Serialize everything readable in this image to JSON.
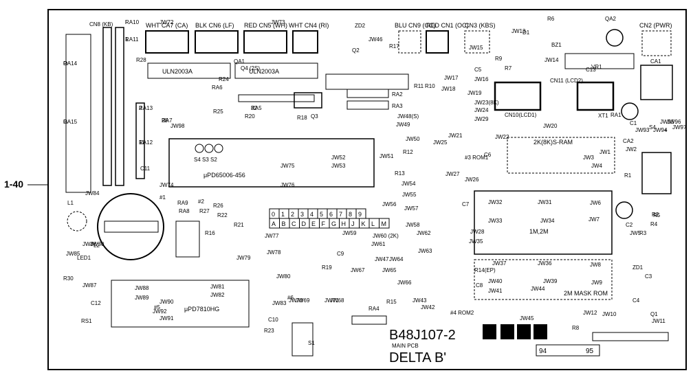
{
  "board": {
    "side_callout": "1-40",
    "part_number": "B48J107-2",
    "subtitle": "MAIN PCB",
    "model": "DELTA B'",
    "corner_left": "94",
    "corner_right": "95"
  },
  "connectors": [
    {
      "id": "cn8",
      "label": "CN8 (KB)"
    },
    {
      "id": "ca7",
      "label": "WHT CA7 (CA)"
    },
    {
      "id": "cn6",
      "label": "BLK CN6 (LF)"
    },
    {
      "id": "cn5",
      "label": "RED CN5 (WH)"
    },
    {
      "id": "cn4",
      "label": "WHT CN4 (RI)"
    },
    {
      "id": "cn9",
      "label": "BLU CN9 (CC)"
    },
    {
      "id": "cn1",
      "label": "RED CN1 (OC)"
    },
    {
      "id": "cn3",
      "label": "CN3 (KBS)"
    },
    {
      "id": "cn2",
      "label": "CN2 (PWR)"
    },
    {
      "id": "cn11",
      "label": "CN11 (LCD2)"
    },
    {
      "id": "cn10",
      "label": "CN10(LCD1)"
    }
  ],
  "ics": [
    {
      "id": "uln1",
      "label": "ULN2003A"
    },
    {
      "id": "uln2",
      "label": "ULN2003A"
    },
    {
      "id": "cpu",
      "label": "μPD65006-456"
    },
    {
      "id": "ic7810",
      "label": "μPD7810HG"
    },
    {
      "id": "sram",
      "label": "2K(8K)S-RAM"
    },
    {
      "id": "rom1",
      "label": "1M,2M"
    },
    {
      "id": "mrom",
      "label": "2M MASK ROM"
    },
    {
      "id": "rom2",
      "label": "#4 ROM2"
    },
    {
      "id": "rom1tag",
      "label": "#3 ROM1"
    }
  ],
  "switches_label": "S4 S3 S2",
  "hex_keys": [
    "0",
    "1",
    "2",
    "3",
    "4",
    "5",
    "6",
    "7",
    "8",
    "9"
  ],
  "hex_keys_row2": [
    "A",
    "B",
    "C",
    "D",
    "E",
    "F",
    "G",
    "H",
    "J",
    "K",
    "L",
    "M"
  ],
  "labels": [
    "RA14",
    "RA15",
    "RA10",
    "RA11",
    "RA13",
    "RA12",
    "RA7",
    "RA5",
    "RA6",
    "RA1",
    "RA2",
    "RA3",
    "RA4",
    "RA8",
    "RA9",
    "R20",
    "R26",
    "R28",
    "R24",
    "R25",
    "R18",
    "R17",
    "R16",
    "R12",
    "R13",
    "R11",
    "R10",
    "R9",
    "R7",
    "R6",
    "R5",
    "R4",
    "R3",
    "R2",
    "R1",
    "R8",
    "R14(EP)",
    "R15",
    "R19",
    "R21",
    "R22",
    "R23",
    "R27",
    "R30",
    "RS1",
    "ZD1",
    "ZD2",
    "Q1",
    "Q2",
    "Q3",
    "Q4 (2S)",
    "QA1",
    "QA2",
    "C1",
    "C2",
    "C3",
    "C4",
    "C5",
    "C6",
    "C7",
    "C8",
    "C9",
    "C10",
    "C11",
    "C12",
    "C13",
    "CA1",
    "CA2",
    "L1",
    "L2",
    "LED1",
    "BZ1",
    "D1",
    "S1",
    "VR1",
    "XT1",
    "JW1",
    "JW2",
    "JW3",
    "JW4",
    "JW5",
    "JW6",
    "JW7",
    "JW8",
    "JW9",
    "JW10",
    "JW11",
    "JW12",
    "JW13",
    "JW14",
    "JW15",
    "JW16",
    "JW17",
    "JW18",
    "JW19",
    "JW20",
    "JW21",
    "JW22",
    "JW23(8K)",
    "JW24",
    "JW25",
    "JW26",
    "JW27",
    "JW28",
    "JW29",
    "JW30",
    "JW31",
    "JW32",
    "JW33",
    "JW34",
    "JW35",
    "JW36",
    "JW37",
    "JW39",
    "JW40",
    "JW41",
    "JW42",
    "JW43",
    "JW44",
    "JW45",
    "JW46",
    "JW47",
    "JW48(S)",
    "JW49",
    "JW50",
    "JW51",
    "JW52",
    "JW53",
    "JW54",
    "JW55",
    "JW56",
    "JW57",
    "JW58",
    "JW59",
    "JW60 (2K)",
    "JW61",
    "JW62",
    "JW63",
    "JW64",
    "JW65",
    "JW66",
    "JW67",
    "JW68",
    "JW69",
    "JW70",
    "JW71",
    "JW72",
    "JW73",
    "JW74",
    "JW75",
    "JW76",
    "JW77",
    "JW78",
    "JW79",
    "JW80",
    "JW81",
    "JW82",
    "JW83",
    "JW84",
    "JW85",
    "JW86",
    "JW87",
    "JW88",
    "JW89",
    "JW90",
    "JW91",
    "JW92",
    "JW93",
    "JW94",
    "JW95",
    "JW96",
    "JW97",
    "JW98",
    "#1",
    "#2",
    "#5",
    "#6",
    "S4",
    "+",
    "O",
    "G",
    "I",
    "1",
    "2",
    "11",
    "28",
    "32"
  ]
}
